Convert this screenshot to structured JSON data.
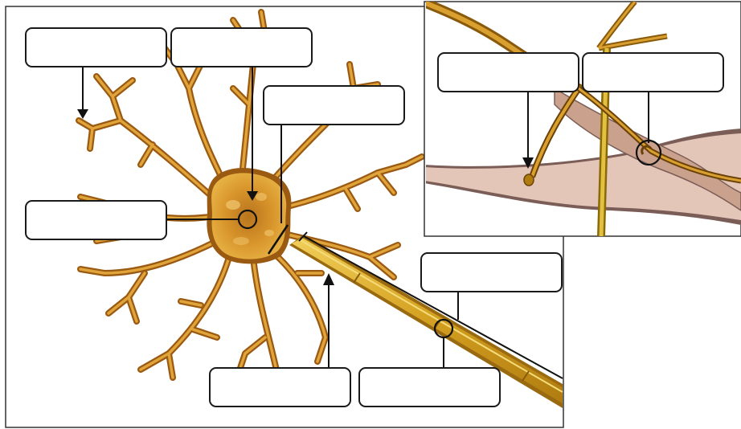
{
  "diagram": {
    "subject": "neuron-structure",
    "colors": {
      "neuron_outer": "#9a5a12",
      "neuron_inner": "#e8b040",
      "soma_core": "#a86a1a",
      "axon_sheath": "#d4a020",
      "axon_highlight": "#f2d264",
      "target_cell": "#e4c6b8",
      "line": "#111111",
      "box_border": "#1a1a1a"
    },
    "labels": [
      {
        "id": "dendrite",
        "text": ""
      },
      {
        "id": "cell-body",
        "text": ""
      },
      {
        "id": "axon-hillock",
        "text": ""
      },
      {
        "id": "nucleus",
        "text": ""
      },
      {
        "id": "axon",
        "text": ""
      },
      {
        "id": "node-of-ranvier",
        "text": ""
      },
      {
        "id": "myelin-sheath",
        "text": ""
      },
      {
        "id": "axon-terminal",
        "text": ""
      },
      {
        "id": "synapse",
        "text": ""
      }
    ]
  }
}
